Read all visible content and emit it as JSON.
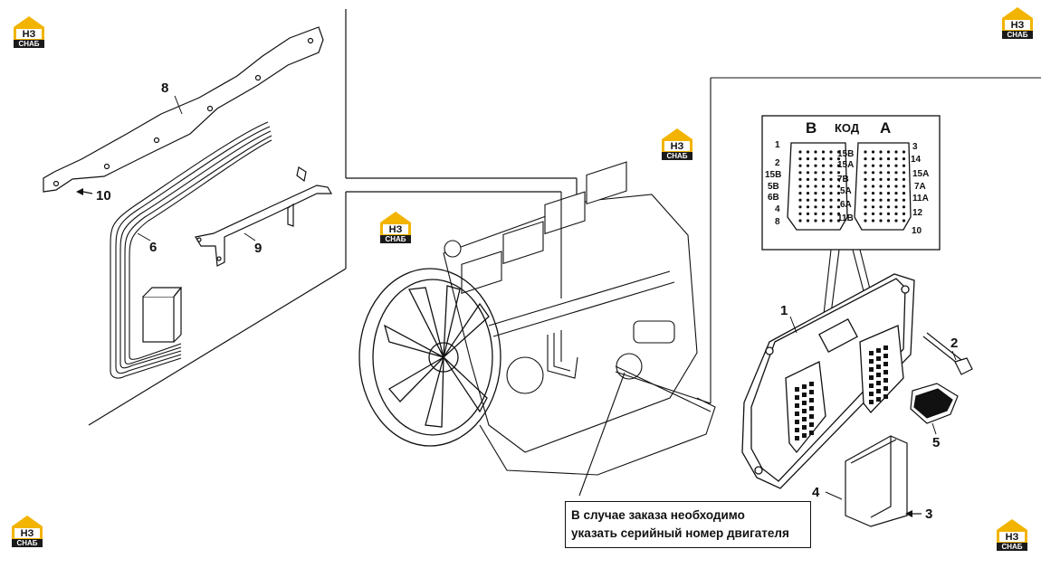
{
  "logo": {
    "top": "НЗ",
    "bottom": "СНАБ"
  },
  "callouts": {
    "c1": "1",
    "c2": "2",
    "c3": "3",
    "c4": "4",
    "c5": "5",
    "c6": "6",
    "c8": "8",
    "c9": "9",
    "c10": "10"
  },
  "connector": {
    "label_b": "B",
    "label_code": "КОД",
    "label_a": "A",
    "pins_b_left": [
      "1",
      "2",
      "15B",
      "5B",
      "6B",
      "4",
      "8"
    ],
    "pins_b_right": [
      "15B",
      "15A",
      "7B",
      "5A",
      "6A",
      "11B"
    ],
    "pins_a_right": [
      "3",
      "14",
      "15A",
      "7A",
      "11A",
      "12",
      "10"
    ]
  },
  "note": {
    "line1": "В случае заказа необходимо",
    "line2": "указать серийный номер двигателя"
  },
  "colors": {
    "logo_accent": "#f2b400",
    "line": "#111111"
  }
}
